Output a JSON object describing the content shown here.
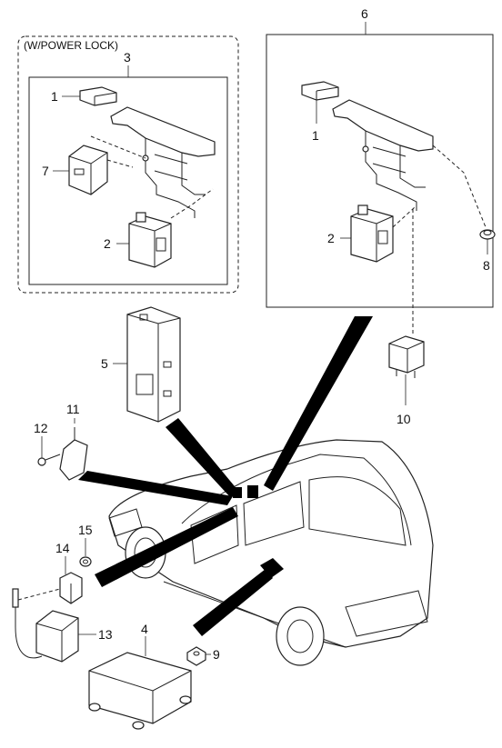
{
  "header": {
    "option_label": "(W/POWER LOCK)"
  },
  "callouts": {
    "n1a": "1",
    "n1b": "1",
    "n2a": "2",
    "n2b": "2",
    "n3": "3",
    "n4": "4",
    "n5": "5",
    "n6": "6",
    "n7": "7",
    "n8": "8",
    "n9": "9",
    "n10": "10",
    "n11": "11",
    "n12": "12",
    "n13": "13",
    "n14": "14",
    "n15": "15"
  }
}
